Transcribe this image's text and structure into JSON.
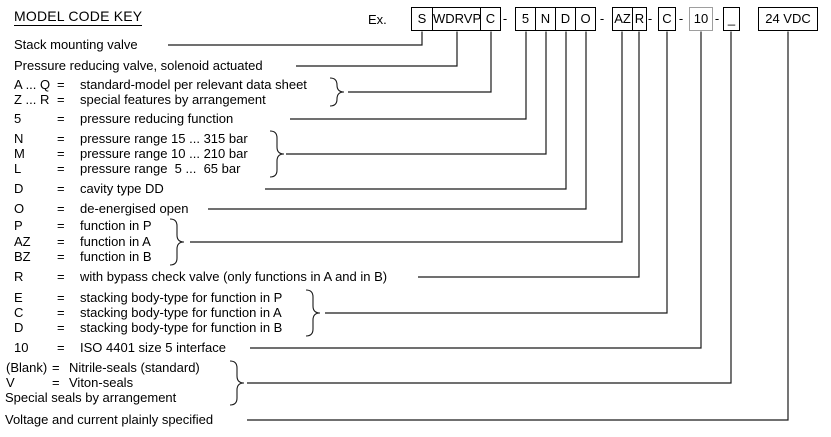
{
  "title": "MODEL CODE KEY",
  "example_label": "Ex.",
  "colors": {
    "text": "#000000",
    "line": "#1a1a1a",
    "box_border": "#000000",
    "muted_box_border": "#9e9e9e"
  },
  "code_boxes": {
    "s": "S",
    "wdrvp": "WDRVP",
    "c1": "C",
    "five": "5",
    "n": "N",
    "d1": "D",
    "o": "O",
    "az": "AZ",
    "r": "R",
    "c2": "C",
    "ten": "10",
    "blank": "_",
    "voltage": "24 VDC",
    "dash": "-"
  },
  "rows": {
    "stack": {
      "text": "Stack mounting valve"
    },
    "solenoid": {
      "text": "Pressure reducing valve, solenoid actuated"
    },
    "aq": {
      "label": "A ... Q",
      "eq": "=",
      "desc": "standard-model per relevant data sheet"
    },
    "zr": {
      "label": "Z ... R",
      "eq": "=",
      "desc": "special features by arrangement"
    },
    "five": {
      "label": "5",
      "eq": "=",
      "desc": "pressure reducing function"
    },
    "n": {
      "label": "N",
      "eq": "=",
      "desc": "pressure range 15 ... 315 bar"
    },
    "m": {
      "label": "M",
      "eq": "=",
      "desc": "pressure range 10 ... 210 bar"
    },
    "l": {
      "label": "L",
      "eq": "=",
      "desc": "pressure range  5 ...  65 bar"
    },
    "d": {
      "label": "D",
      "eq": "=",
      "desc": "cavity type DD"
    },
    "o": {
      "label": "O",
      "eq": "=",
      "desc": "de-energised open"
    },
    "p": {
      "label": "P",
      "eq": "=",
      "desc": "function in P"
    },
    "az": {
      "label": "AZ",
      "eq": "=",
      "desc": "function in A"
    },
    "bz": {
      "label": "BZ",
      "eq": "=",
      "desc": "function in B"
    },
    "r": {
      "label": "R",
      "eq": "=",
      "desc": "with bypass check valve (only functions in A and in B)"
    },
    "e": {
      "label": "E",
      "eq": "=",
      "desc": "stacking body-type for function in P"
    },
    "c": {
      "label": "C",
      "eq": "=",
      "desc": "stacking body-type for function in A"
    },
    "d2": {
      "label": "D",
      "eq": "=",
      "desc": "stacking body-type for function in B"
    },
    "ten": {
      "label": "10",
      "eq": "=",
      "desc": "ISO 4401 size 5 interface"
    },
    "blank": {
      "label": "(Blank)",
      "eq": "=",
      "desc": "Nitrile-seals (standard)"
    },
    "v": {
      "label": "V",
      "eq": "=",
      "desc": "Viton-seals"
    },
    "special": {
      "text": "Special seals by arrangement"
    },
    "voltage": {
      "text": "Voltage and current plainly specified"
    }
  }
}
